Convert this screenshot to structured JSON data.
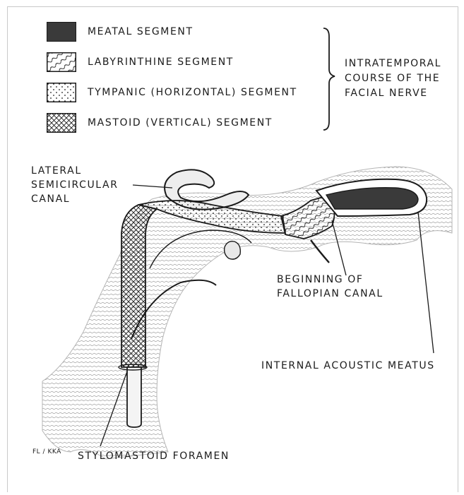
{
  "legend": {
    "items": [
      {
        "label": "MEATAL SEGMENT",
        "pattern": "solid-dark"
      },
      {
        "label": "LABYRINTHINE SEGMENT",
        "pattern": "wavy-lines"
      },
      {
        "label": "TYMPANIC (HORIZONTAL) SEGMENT",
        "pattern": "dots"
      },
      {
        "label": "MASTOID (VERTICAL) SEGMENT",
        "pattern": "crosshatch"
      }
    ],
    "group_label": [
      "INTRATEMPORAL",
      "COURSE OF THE",
      "FACIAL NERVE"
    ]
  },
  "annotations": {
    "lateral_canal": [
      "LATERAL",
      "SEMICIRCULAR",
      "CANAL"
    ],
    "fallopian": [
      "BEGINNING OF",
      "FALLOPIAN CANAL"
    ],
    "meatus": "INTERNAL ACOUSTIC MEATUS",
    "foramen": "STYLOMASTOID FORAMEN"
  },
  "signature": "FL / KKA",
  "colors": {
    "ink": "#1b1b1b",
    "meatal": "#3a3a3a",
    "frame": "#c9c9c9"
  }
}
